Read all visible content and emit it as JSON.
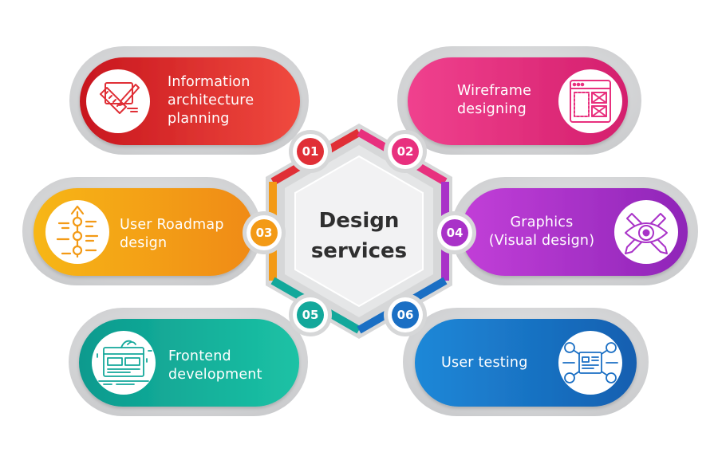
{
  "center": {
    "line1": "Design",
    "line2": "services"
  },
  "colors": {
    "s1": "#e02f36",
    "s2": "#e8307e",
    "s3": "#f39a16",
    "s4": "#a932c8",
    "s5": "#13a89b",
    "s6": "#1a6fc4",
    "shell": "#d7d8d9",
    "text": "#2f2f2f"
  },
  "steps": [
    {
      "num": "01",
      "lines": [
        "Information",
        "architecture",
        "planning"
      ],
      "icon": "ruler-pencil-icon"
    },
    {
      "num": "02",
      "lines": [
        "Wireframe",
        "designing"
      ],
      "icon": "wireframe-window-icon"
    },
    {
      "num": "03",
      "lines": [
        "User Roadmap",
        "design"
      ],
      "icon": "roadmap-icon"
    },
    {
      "num": "04",
      "lines": [
        "Graphics",
        "(Visual design)"
      ],
      "icon": "eye-pencils-icon"
    },
    {
      "num": "05",
      "lines": [
        "Frontend",
        "development"
      ],
      "icon": "web-layout-icon"
    },
    {
      "num": "06",
      "lines": [
        "User testing"
      ],
      "icon": "user-network-icon"
    }
  ]
}
